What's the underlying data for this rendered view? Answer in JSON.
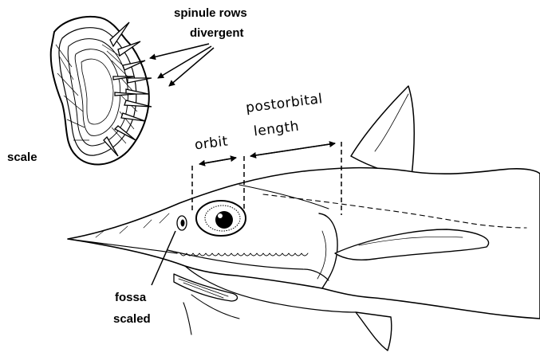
{
  "labels": {
    "spinule_rows": "spinule rows",
    "divergent": "divergent",
    "scale": "scale",
    "orbit": "orbit",
    "postorbital": "postorbital",
    "length": "length",
    "fossa": "fossa",
    "scaled": "scaled"
  },
  "colors": {
    "ink": "#000000",
    "background": "#ffffff"
  }
}
